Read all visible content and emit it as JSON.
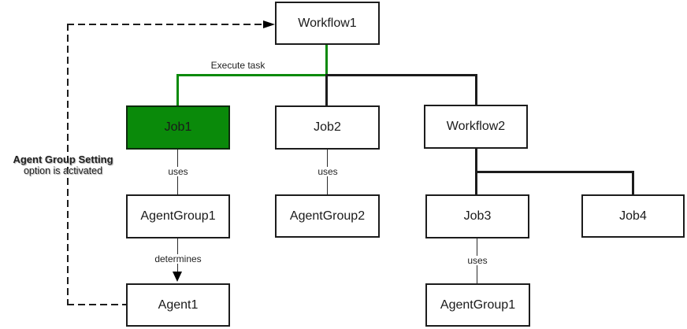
{
  "diagram": {
    "nodes": {
      "workflow1": {
        "label": "Workflow1"
      },
      "job1": {
        "label": "Job1",
        "highlighted": true
      },
      "job2": {
        "label": "Job2"
      },
      "workflow2": {
        "label": "Workflow2"
      },
      "agentgroup1a": {
        "label": "AgentGroup1"
      },
      "agentgroup2": {
        "label": "AgentGroup2"
      },
      "job3": {
        "label": "Job3"
      },
      "job4": {
        "label": "Job4"
      },
      "agent1": {
        "label": "Agent1"
      },
      "agentgroup1b": {
        "label": "AgentGroup1"
      }
    },
    "edge_labels": {
      "execute_task": "Execute task",
      "job1_uses": "uses",
      "job2_uses": "uses",
      "job3_uses": "uses",
      "determines": "determines"
    },
    "annotation": {
      "title": "Agent Group Setting",
      "subtitle": "option is activated"
    },
    "colors": {
      "highlight_green": "#0a8a0a",
      "line_black": "#1c1c1c"
    }
  }
}
